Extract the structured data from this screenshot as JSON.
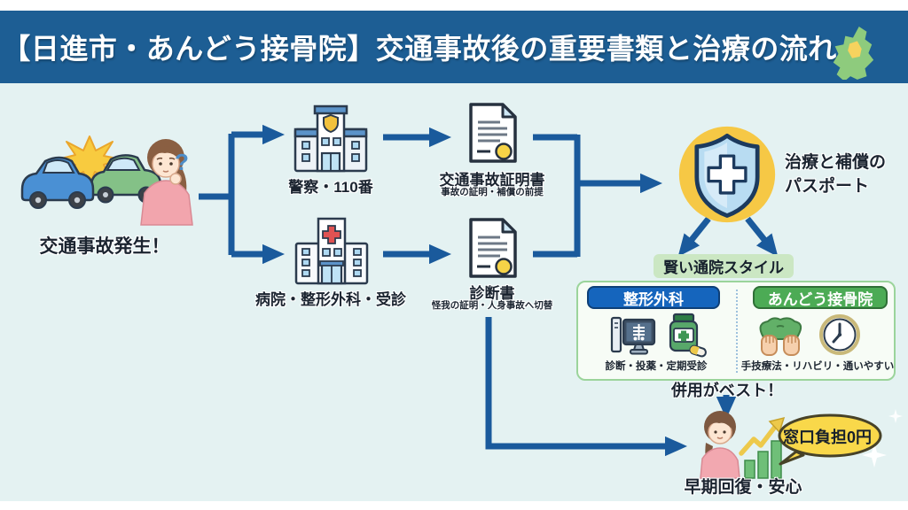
{
  "header": {
    "title": "【日進市・あんどう接骨院】交通事故後の重要書類と治療の流れ"
  },
  "flow": {
    "start": {
      "label": "交通事故発生！",
      "question": "?"
    },
    "police": {
      "label": "警察・110番"
    },
    "accident_certificate": {
      "title": "交通事故証明書",
      "subtitle": "事故の証明・補償の前提"
    },
    "hospital": {
      "label": "病院・整形外科・受診"
    },
    "medical_certificate": {
      "title": "診断書",
      "subtitle": "怪我の証明・人身事故へ切替"
    },
    "passport": {
      "line1": "治療と補償の",
      "line2": "パスポート"
    },
    "smart_style": {
      "label": "賢い通院スタイル"
    },
    "orthopedics": {
      "title": "整形外科",
      "caption": "診断・投薬・定期受診"
    },
    "osteopathy": {
      "title": "あんどう接骨院",
      "caption": "手技療法・リハビリ・通いやすい"
    },
    "combo": {
      "label": "併用がベスト！"
    },
    "result": {
      "label": "早期回復・安心",
      "bubble": "窓口負担0円"
    }
  },
  "colors": {
    "header_bg": "#1d5e94",
    "content_bg": "#e4f2f2",
    "arrow": "#1a5a9c",
    "emblem_yellow": "#f6c845",
    "ortho_pill": "#1565bd",
    "osteo_pill": "#4cab55",
    "style_box": "#cbe7c3",
    "bubble": "#f9d84a"
  },
  "icons": [
    "car-crash-icon",
    "police-station-icon",
    "certificate-document-icon",
    "hospital-icon",
    "diagnosis-document-icon",
    "shield-cross-icon",
    "xray-icon",
    "medicine-icon",
    "massage-hands-icon",
    "clock-icon",
    "growth-chart-icon",
    "speech-bubble-icon",
    "aichi-map-icon",
    "sparkle-icon"
  ]
}
